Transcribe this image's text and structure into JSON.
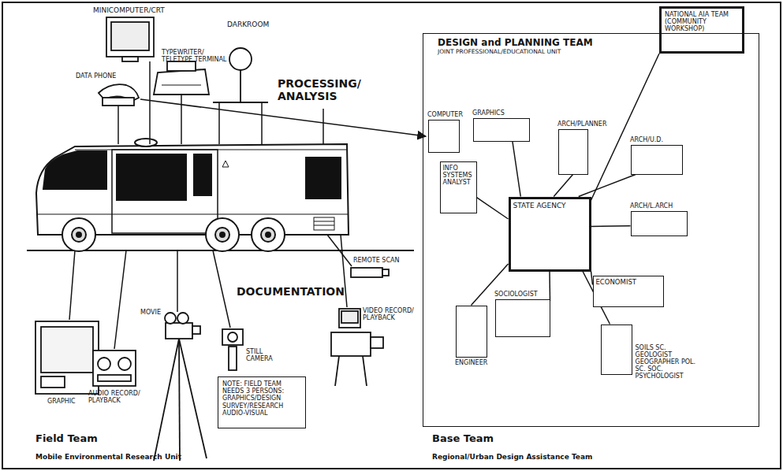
{
  "diagram": {
    "nodes": [
      {
        "text": [
          "NATIONAL AIA TEAM (COMMUNITY WORKSHOP)"
        ]
      },
      {
        "text": [
          "DESIGN and PLANNING TEAM",
          "JOINT PROFESSIONAL/EDUCATIONAL UNIT"
        ]
      },
      {
        "text": [
          "COMPUTER"
        ],
        "in": 1
      },
      {
        "text": [
          "GRAPHICS"
        ],
        "in": 1
      },
      {
        "text": [
          "ARCH/PLANNER"
        ],
        "in": 1
      },
      {
        "text": [
          "ARCH/U.D."
        ],
        "in": 1
      },
      {
        "text": [
          "INFO SYSTEMS ANALYST"
        ],
        "in": 1
      },
      {
        "text": [
          "STATE AGENCY"
        ],
        "in": 1
      },
      {
        "text": [
          "ARCH/L.ARCH"
        ],
        "in": 1
      },
      {
        "text": [
          "ECONOMIST"
        ],
        "in": 1
      },
      {
        "text": [
          "SOCIOLOGIST"
        ],
        "in": 1
      },
      {
        "text": [
          "ENGINEER"
        ],
        "in": 1
      },
      {
        "text": [
          "SOILS SC. GEOLOGIST GEOGRAPHER POL. SC. SOC. PSYCHOLOGIST"
        ],
        "in": 1
      },
      {
        "text": [
          "NOTE: FIELD TEAM NEEDS 3 PERSONS: GRAPHICS/DESIGN SURVEY/RESEARCH AUDIO-VISUAL"
        ]
      }
    ],
    "edges": [
      {
        "from": 7,
        "to": 6,
        "arrow": "none"
      },
      {
        "from": 7,
        "to": 3,
        "arrow": "none"
      },
      {
        "from": 7,
        "to": 4,
        "arrow": "none"
      },
      {
        "from": 7,
        "to": 5,
        "arrow": "none"
      },
      {
        "from": 7,
        "to": 0,
        "arrow": "none"
      },
      {
        "from": 7,
        "to": 8,
        "arrow": "none"
      },
      {
        "from": 7,
        "to": 9,
        "arrow": "none"
      },
      {
        "from": 7,
        "to": 12,
        "arrow": "none"
      },
      {
        "from": 7,
        "to": 10,
        "arrow": "none"
      },
      {
        "from": 7,
        "to": 11,
        "arrow": "none"
      }
    ],
    "labels": [
      "MINICOMPUTER/CRT",
      "DARKROOM",
      "TYPEWRITER/ TELETYPE TERMINAL",
      "DATA PHONE",
      "PROCESSING/ ANALYSIS",
      "DOCUMENTATION",
      "MOVIE",
      "STILL CAMERA",
      "VIDEO RECORD/ PLAYBACK",
      "REMOTE SCAN",
      "GRAPHIC",
      "AUDIO RECORD/ PLAYBACK",
      "Field Team",
      "Mobile Environmental Research Unit",
      "Base Team",
      "Regional/Urban Design Assistance Team"
    ]
  }
}
